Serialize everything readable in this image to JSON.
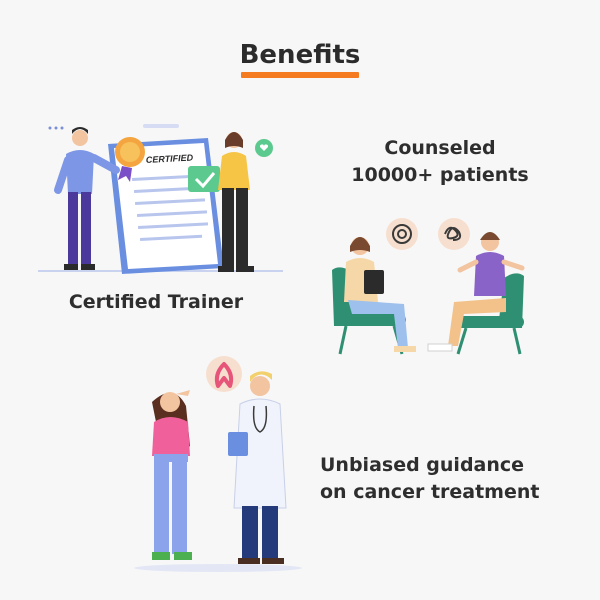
{
  "header": {
    "title": "Benefits"
  },
  "benefits": [
    {
      "label_lines": [
        "Certified Trainer"
      ]
    },
    {
      "label_lines": [
        "Counseled",
        "10000+ patients"
      ]
    },
    {
      "label_lines": [
        "Unbiased guidance",
        "on cancer treatment"
      ]
    }
  ],
  "certificate": {
    "stamp_text": "CERTIFIED"
  },
  "colors": {
    "accent": "#f47b20",
    "heading": "#2b2b2b",
    "certificate_blue": "#6a8fe0",
    "chair_green": "#2f8f72",
    "ribbon_pink": "#e7547a",
    "check_green": "#5cc98e"
  }
}
